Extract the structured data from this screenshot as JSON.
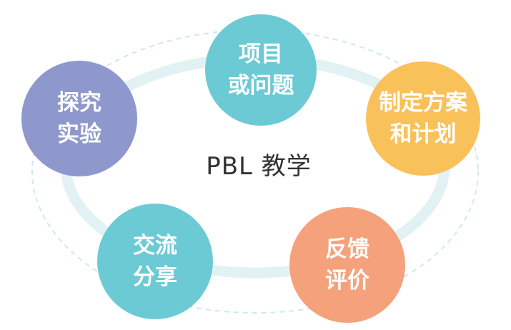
{
  "diagram": {
    "center_label": "PBL 教学",
    "nodes": [
      {
        "id": "project",
        "line1": "项目",
        "line2": "或问题",
        "color": "#6ccad5"
      },
      {
        "id": "plan",
        "line1": "制定方案",
        "line2": "和计划",
        "color": "#f9c15a"
      },
      {
        "id": "feedback",
        "line1": "反馈",
        "line2": "评价",
        "color": "#f5a27c"
      },
      {
        "id": "share",
        "line1": "交流",
        "line2": "分享",
        "color": "#6ccad5"
      },
      {
        "id": "explore",
        "line1": "探究",
        "line2": "实验",
        "color": "#8e98cc"
      }
    ],
    "colors": {
      "ring": "#e2f2f4",
      "dashed_ring": "#cde9ec",
      "text": "#333333"
    }
  }
}
